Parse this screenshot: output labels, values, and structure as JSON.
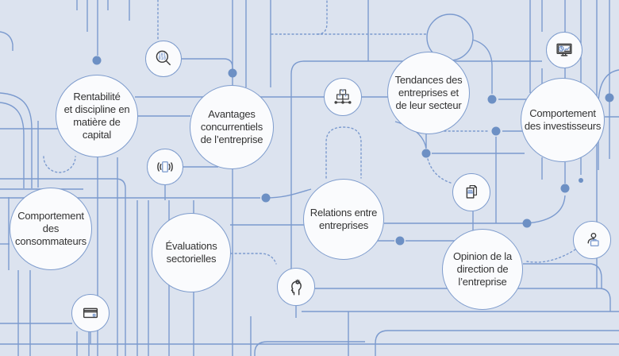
{
  "theme": {
    "bg": "#dce3ef",
    "line": "#7b9ace",
    "dot": "#6d90c4",
    "node_fill": "#fafbfd",
    "node_border": "#7e9ccd",
    "text": "#333333",
    "icon_dark": "#3b3b3b"
  },
  "nodes": [
    {
      "id": "rentabilite-capital",
      "label": "Rentabilité\net discipline en\nmatière de\ncapital"
    },
    {
      "id": "avantages-concurrentiels",
      "label": "Avantages\nconcurrentiels\nde l’entreprise"
    },
    {
      "id": "tendances-secteur",
      "label": "Tendances des\nentreprises et\nde leur secteur"
    },
    {
      "id": "comportement-investisseurs",
      "label": "Comportement\ndes investisseurs"
    },
    {
      "id": "comportement-consommateurs",
      "label": "Comportement\ndes\nconsommateurs"
    },
    {
      "id": "evaluations-sectorielles",
      "label": "Évaluations\nsectorielles"
    },
    {
      "id": "relations-entreprises",
      "label": "Relations entre\nentreprises"
    },
    {
      "id": "opinion-direction",
      "label": "Opinion de la\ndirection de\nl’entreprise"
    }
  ],
  "icon_nodes": [
    {
      "name": "binary-search-icon"
    },
    {
      "name": "mobile-signal-icon"
    },
    {
      "name": "supply-network-icon"
    },
    {
      "name": "analytics-monitor-icon"
    },
    {
      "name": "documents-icon"
    },
    {
      "name": "person-briefcase-icon"
    },
    {
      "name": "head-gears-icon"
    },
    {
      "name": "credit-card-icon"
    }
  ]
}
